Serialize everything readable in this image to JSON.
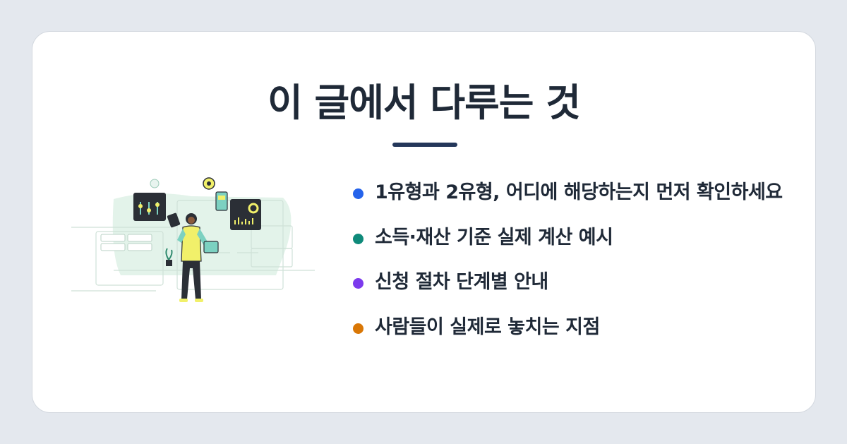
{
  "title": "이 글에서 다루는 것",
  "items": [
    {
      "label": "1유형과 2유형, 어디에 해당하는지 먼저 확인하세요",
      "color": "#2563eb"
    },
    {
      "label": "소득·재산 기준 실제 계산 예시",
      "color": "#0f8a7a"
    },
    {
      "label": "신청 절차 단계별 안내",
      "color": "#7c3aed"
    },
    {
      "label": "사람들이 실제로 놓치는 지점",
      "color": "#d97706"
    }
  ],
  "colors": {
    "accent": "#24375a",
    "illustration_bg": "#e3f3ea",
    "figure_shirt": "#f1f06a"
  }
}
